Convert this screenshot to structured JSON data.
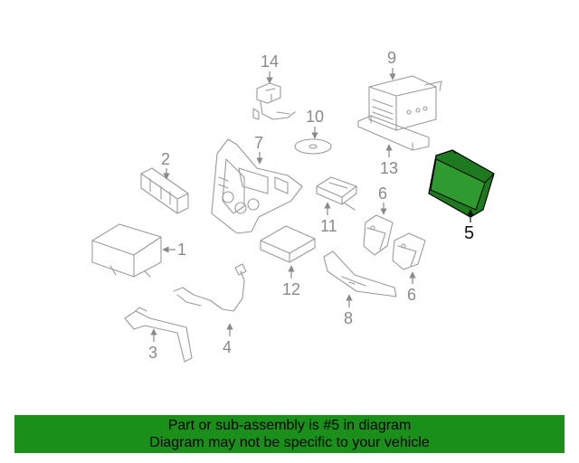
{
  "callouts": {
    "c1": "1",
    "c2": "2",
    "c3": "3",
    "c4": "4",
    "c5": "5",
    "c6a": "6",
    "c6b": "6",
    "c7": "7",
    "c8": "8",
    "c9": "9",
    "c10": "10",
    "c11": "11",
    "c12": "12",
    "c13": "13",
    "c14": "14"
  },
  "highlight": {
    "part": "5",
    "color": "#1f7a1f"
  },
  "banner": {
    "line1": "Part or sub-assembly is #5 in diagram",
    "line2": "Diagram may not be specific to your vehicle",
    "color": "#1a8f1a"
  }
}
